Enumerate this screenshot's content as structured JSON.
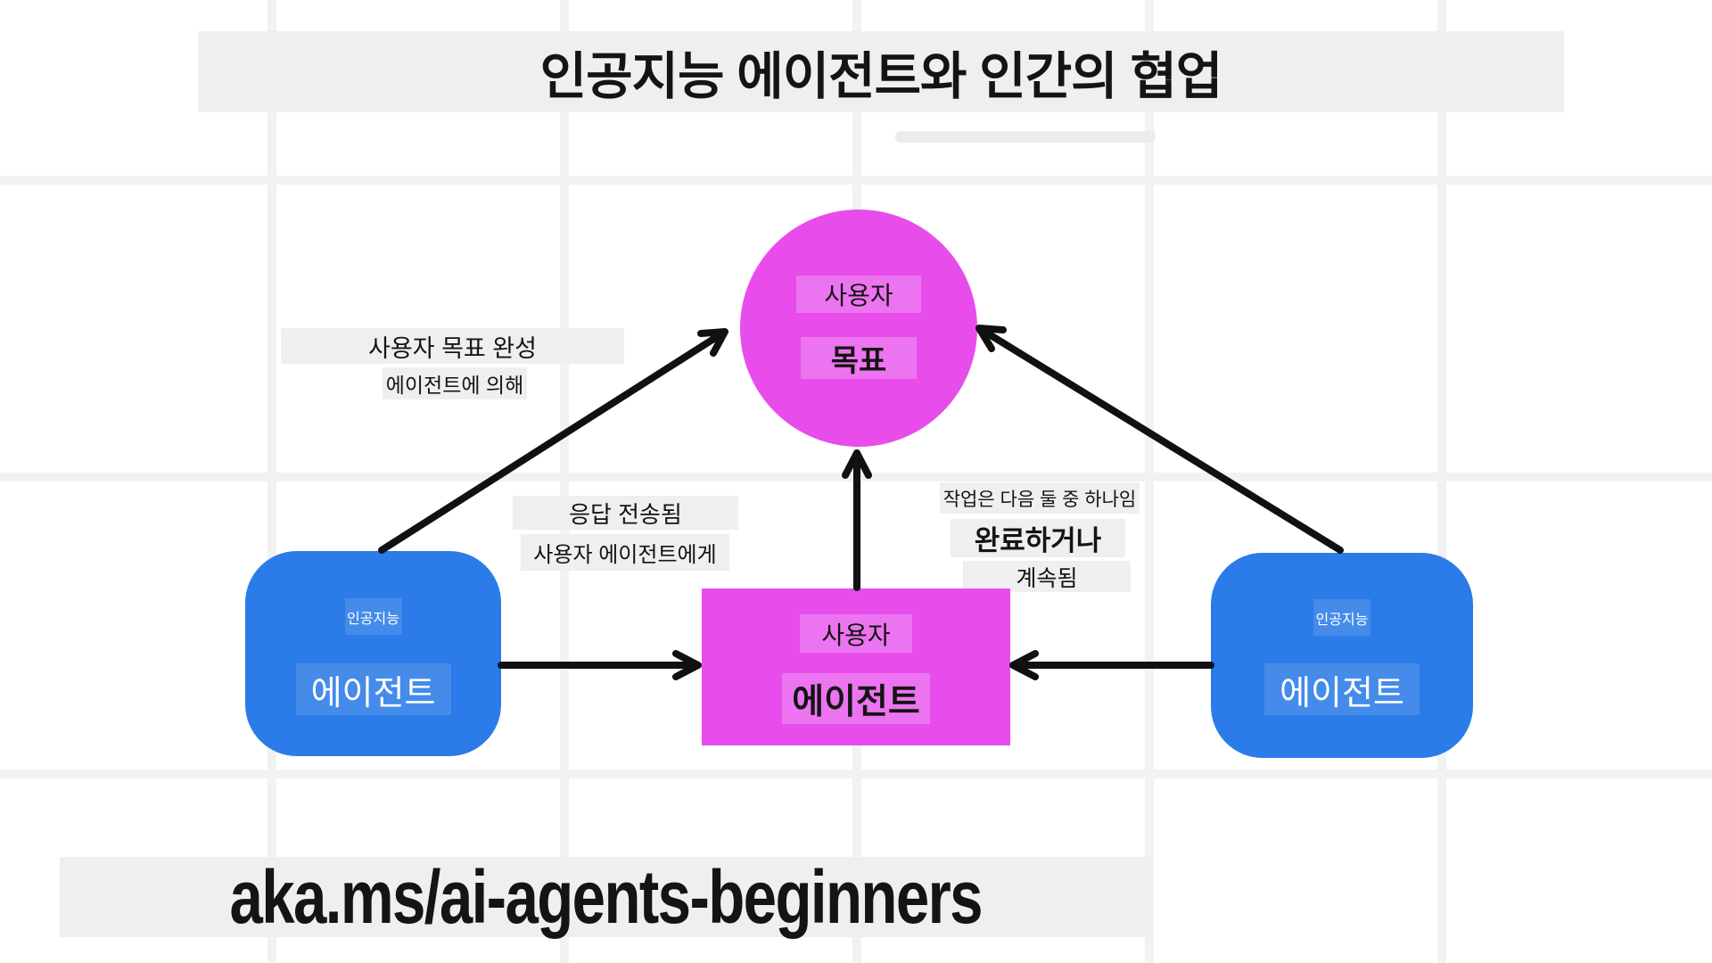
{
  "title": "인공지능 에이전트와 인간의 협업",
  "diagram": {
    "user_goal_circle": {
      "line1": "사용자",
      "line2": "목표"
    },
    "user_agent_box": {
      "line1": "사용자",
      "line2": "에이전트"
    },
    "ai_agent_left": {
      "badge": "인공지능",
      "label": "에이전트"
    },
    "ai_agent_right": {
      "badge": "인공지능",
      "label": "에이전트"
    },
    "edge_labels": {
      "goal_completed": {
        "line1": "사용자 목표 완성",
        "line2": "에이전트에 의해"
      },
      "response_sent": {
        "line1": "응답 전송됨",
        "line2": "사용자 에이전트에게"
      },
      "task_outcome": {
        "line1": "작업은 다음 둘 중 하나임",
        "line2": "완료하거나",
        "line3": "계속됨"
      }
    }
  },
  "footer": {
    "link": "aka.ms/ai-agents-beginners"
  },
  "colors": {
    "magenta": "#E84DEC",
    "blue": "#2B7CE8",
    "band_gray": "#EFEFEF",
    "grid_gray": "#F2F2F2",
    "arrow_black": "#111111"
  }
}
